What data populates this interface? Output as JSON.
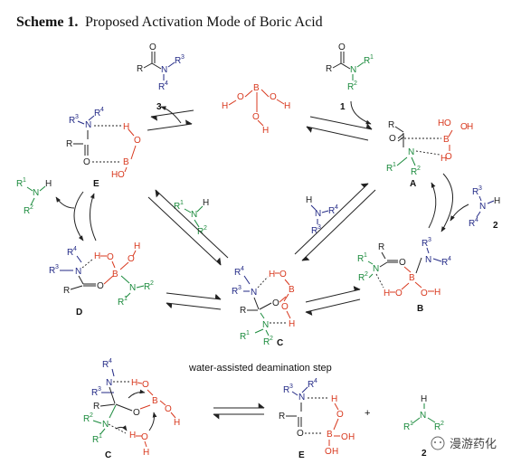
{
  "caption": {
    "label": "Scheme 1.",
    "text": "Proposed Activation Mode of Boric Acid"
  },
  "compound_labels": {
    "A": "A",
    "B": "B",
    "C": "C",
    "D": "D",
    "E": "E",
    "C_bottom": "C",
    "E_bottom": "E"
  },
  "compound_numbers": {
    "amide_substrate": "1",
    "amide_product": "3",
    "amine_reagent": "2",
    "amine_product_bottom": "2"
  },
  "atoms": {
    "R": "R",
    "N": "N",
    "O": "O",
    "H": "H",
    "B": "B",
    "R1": "R",
    "R2": "R",
    "R3": "R",
    "R4": "R",
    "sup1": "1",
    "sup2": "2",
    "sup3": "3",
    "sup4": "4"
  },
  "annotations": {
    "water_step": "water-assisted deamination step",
    "plus": "+"
  },
  "watermark": {
    "text": "漫游药化"
  },
  "colors": {
    "blue": "#232a86",
    "green": "#1a8a3c",
    "red": "#d8391f",
    "black": "#222222"
  }
}
